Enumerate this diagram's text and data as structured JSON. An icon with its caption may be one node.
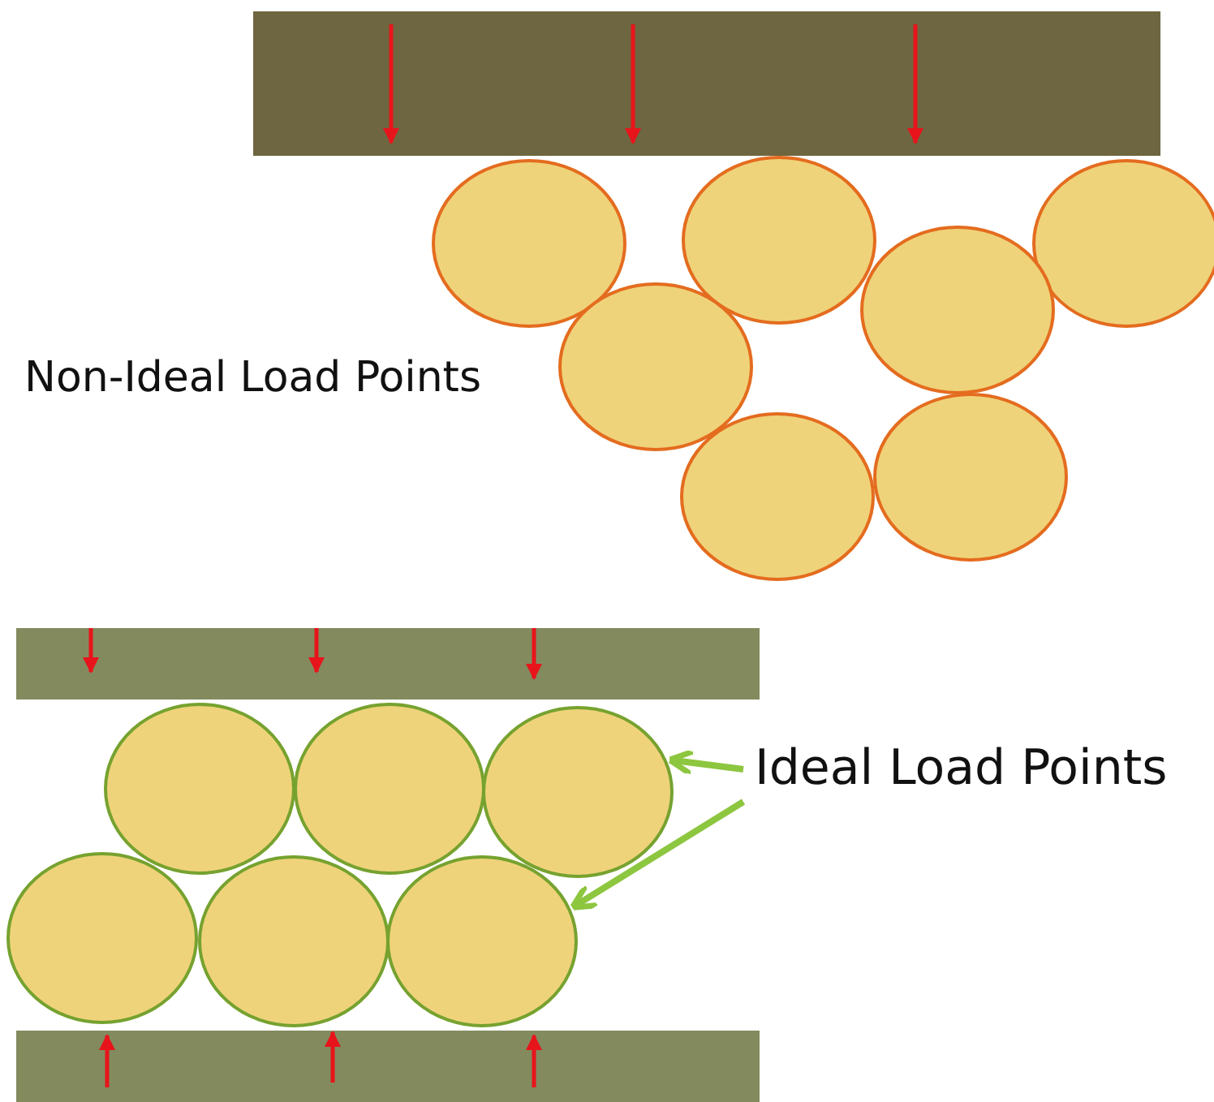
{
  "diagram": {
    "nodes": [
      {
        "text": [
          "Ideal Load Points"
        ]
      },
      {
        "text": [],
        "shape": "circle"
      },
      {
        "text": [],
        "shape": "circle"
      },
      {
        "text": [],
        "shape": "circle"
      },
      {
        "text": [],
        "shape": "circle"
      },
      {
        "text": [],
        "shape": "circle"
      },
      {
        "text": [],
        "shape": "circle"
      }
    ],
    "edges": [
      {
        "from": 0,
        "to": 3,
        "arrow": "to",
        "color": "#8dc63f"
      },
      {
        "from": 0,
        "to": 6,
        "arrow": "to",
        "color": "#8dc63f"
      }
    ],
    "labels": [
      "Non-Ideal Load Points"
    ]
  }
}
